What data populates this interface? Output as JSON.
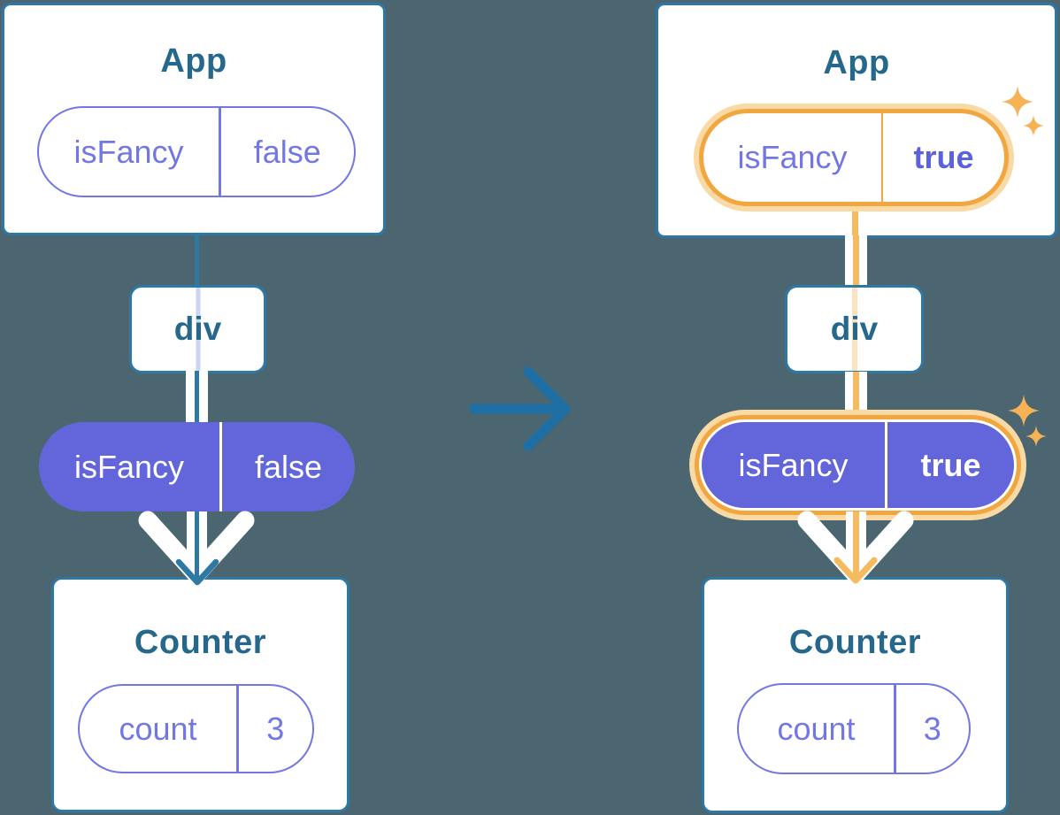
{
  "colors": {
    "background": "#4B6670",
    "card_border": "#2E78A4",
    "title_text": "#25688C",
    "purple_outline": "#7277E3",
    "purple_fill": "#6366DB",
    "purple_bold_text": "#5C61DC",
    "lavender_trace": "#CCD6F1",
    "highlight_orange": "#F2A63F",
    "highlight_peach": "#F9D9A4",
    "orange_line": "#F6BB60",
    "peach_trace": "#FAE4C0",
    "sparkle": "#F6B254",
    "center_arrow": "#1E6FA6"
  },
  "before": {
    "app": {
      "title": "App",
      "prop_name": "isFancy",
      "prop_value": "false"
    },
    "div_label": "div",
    "passed_prop": {
      "name": "isFancy",
      "value": "false"
    },
    "counter": {
      "title": "Counter",
      "state_name": "count",
      "state_value": "3"
    }
  },
  "after": {
    "app": {
      "title": "App",
      "prop_name": "isFancy",
      "prop_value": "true"
    },
    "div_label": "div",
    "passed_prop": {
      "name": "isFancy",
      "value": "true"
    },
    "counter": {
      "title": "Counter",
      "state_name": "count",
      "state_value": "3"
    }
  }
}
